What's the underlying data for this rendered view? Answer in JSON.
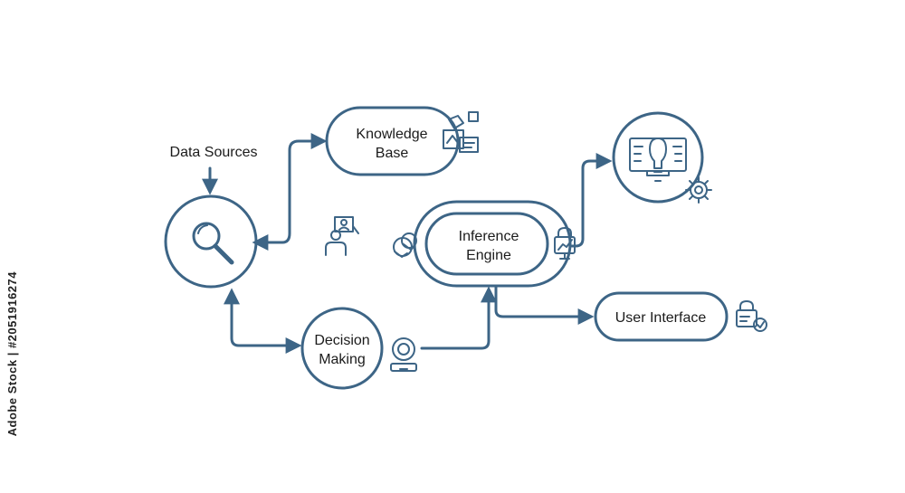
{
  "colors": {
    "accent": "#3d6586",
    "text": "#1b1b1b"
  },
  "nodes": {
    "data_sources": "Data Sources",
    "knowledge_base": {
      "line1": "Knowledge",
      "line2": "Base"
    },
    "inference_engine": {
      "line1": "Inference",
      "line2": "Engine"
    },
    "decision_making": {
      "line1": "Decision",
      "line2": "Making"
    },
    "user_interface": "User Interface"
  },
  "side_text": "Adobe Stock | #2051916274",
  "icons": [
    "magnifier-icon",
    "knowledge-docs-icon",
    "person-board-icon",
    "handshake-icon",
    "padlock-chart-icon",
    "lightbulb-screen-icon",
    "gear-icon",
    "webcam-icon",
    "padlock-card-icon"
  ]
}
